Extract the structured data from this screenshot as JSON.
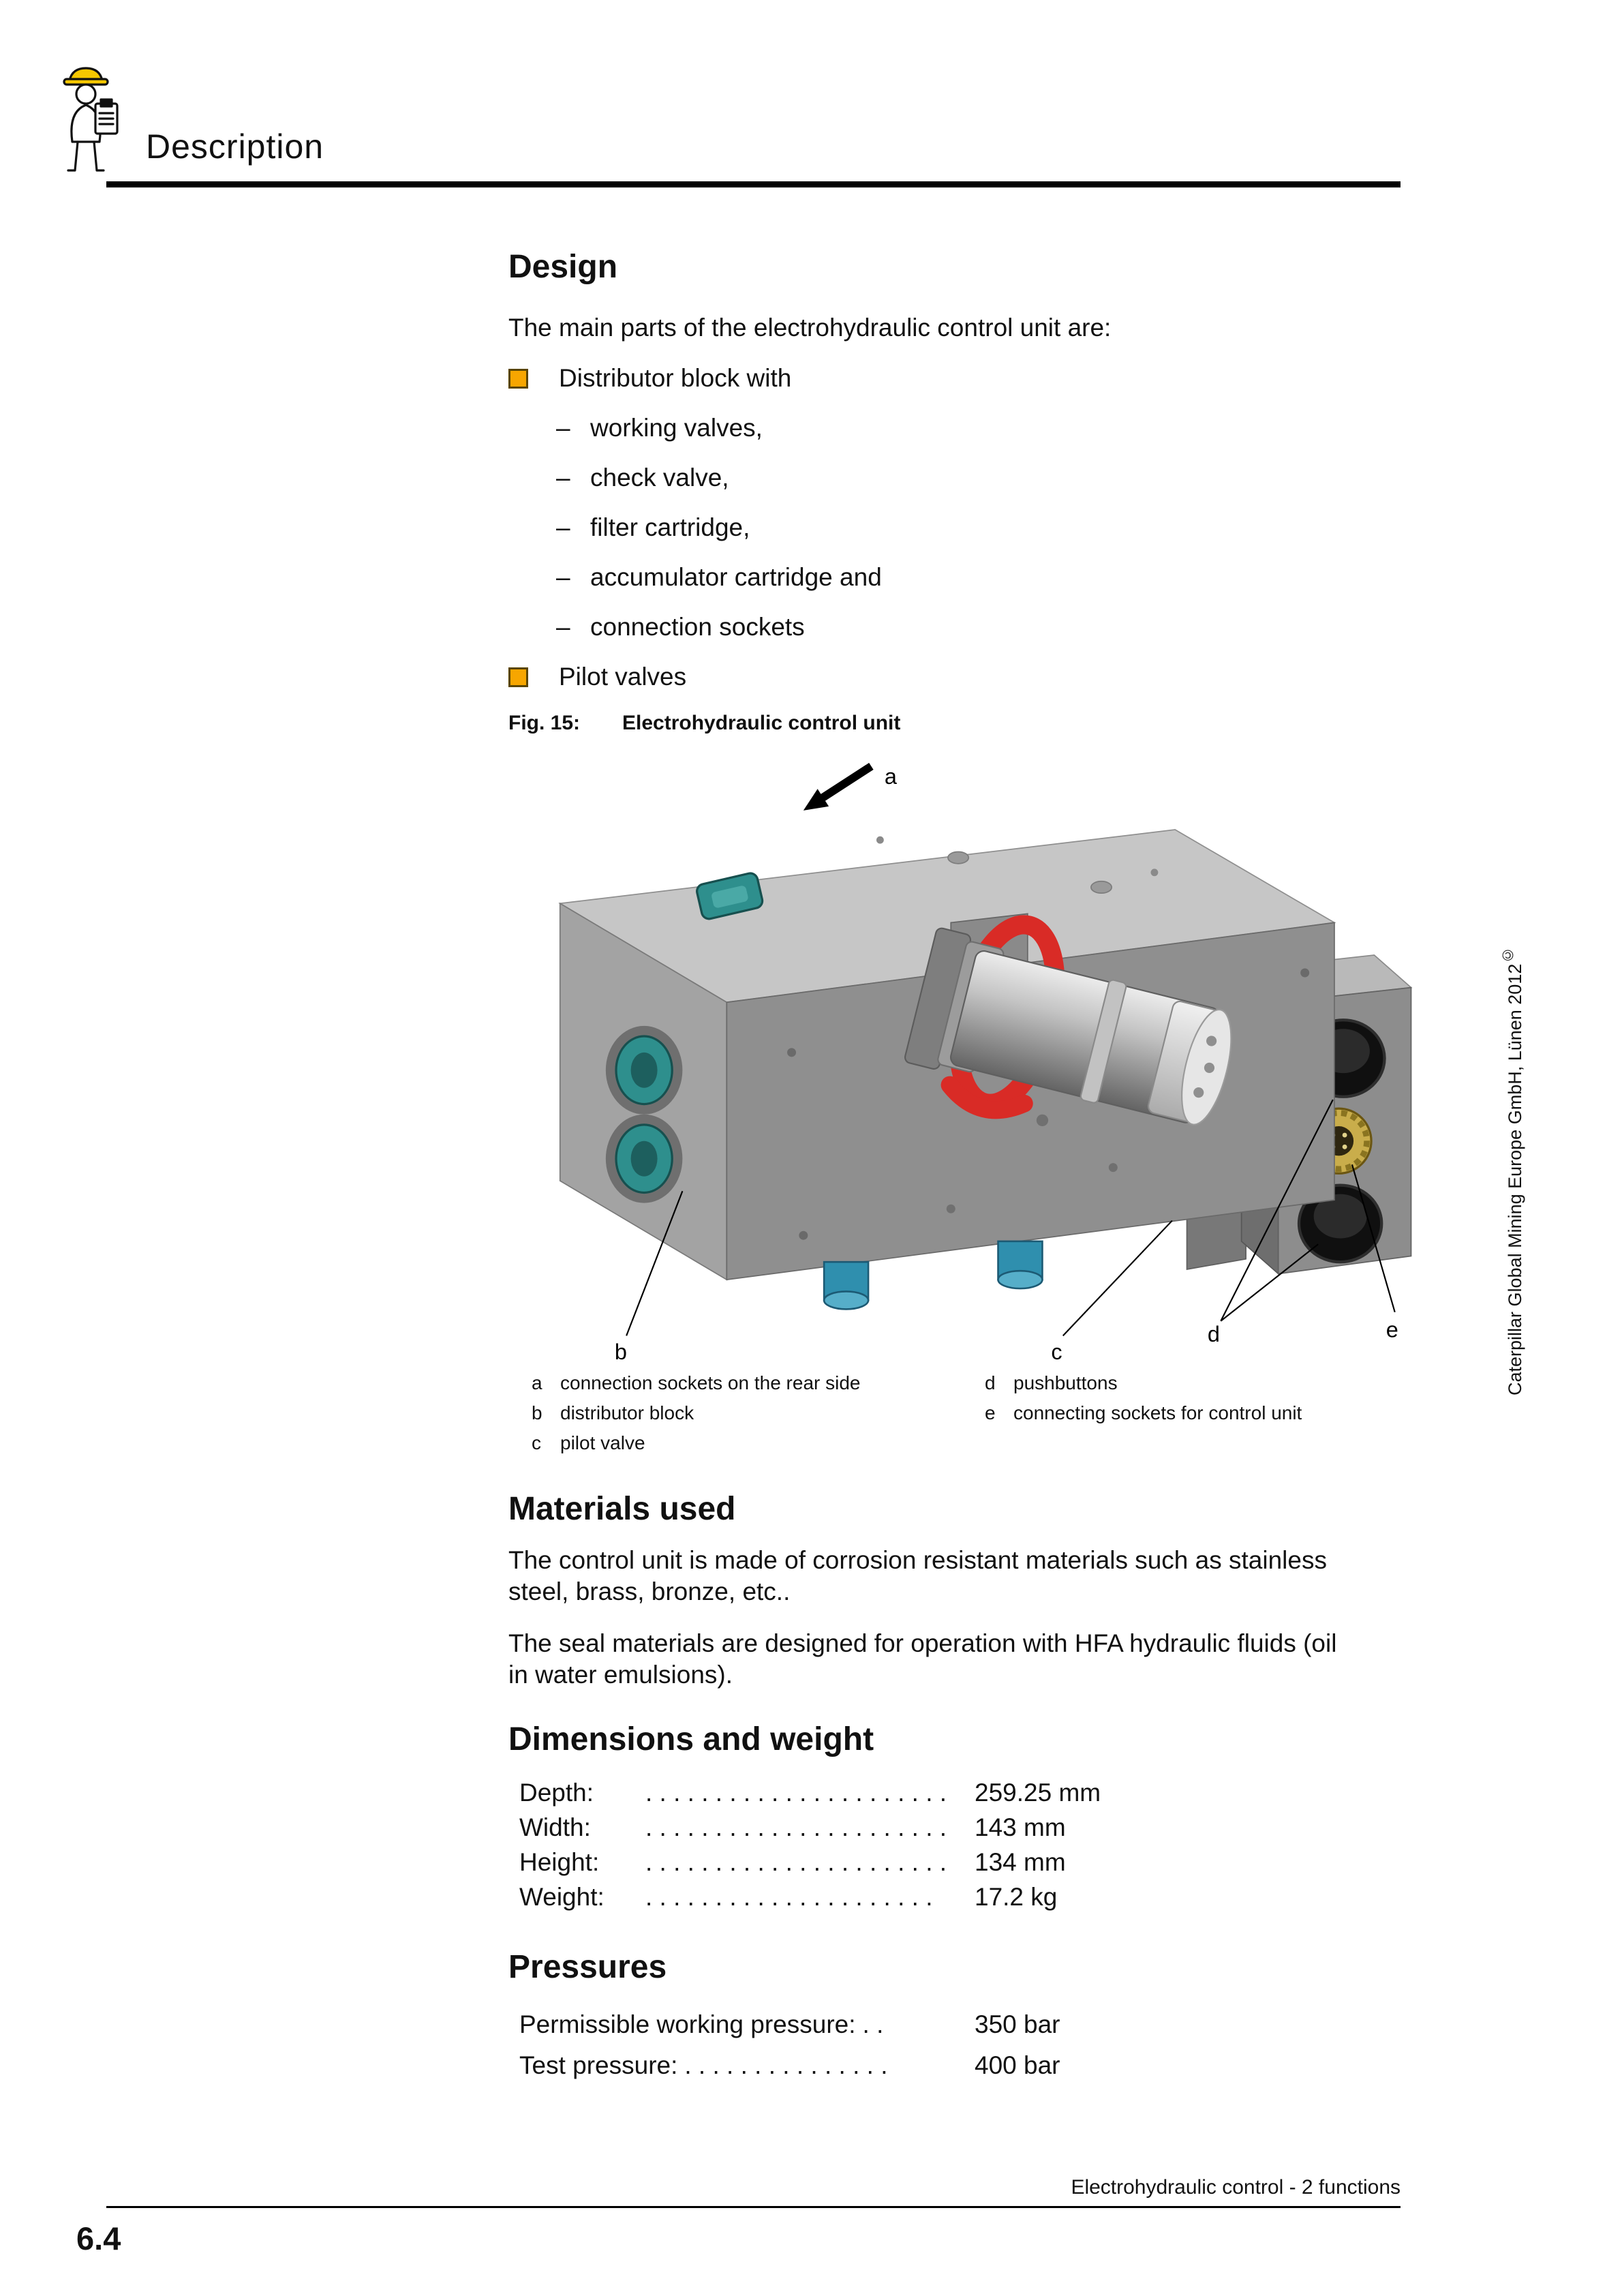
{
  "header": {
    "title": "Description"
  },
  "design": {
    "heading": "Design",
    "intro": "The main parts of the electrohydraulic control unit are:",
    "dash": "–",
    "item1": "Distributor block with",
    "item1_subs": [
      "working valves,",
      "check valve,",
      "filter cartridge,",
      "accumulator cartridge and",
      "connection sockets"
    ],
    "item2": "Pilot valves"
  },
  "figure": {
    "label": "Fig. 15:",
    "caption": "Electrohydraulic control unit",
    "callouts": {
      "a": "a",
      "b": "b",
      "c": "c",
      "d": "d",
      "e": "e"
    },
    "legend_left": [
      {
        "key": "a",
        "text": "connection sockets on the rear side"
      },
      {
        "key": "b",
        "text": "distributor block"
      },
      {
        "key": "c",
        "text": "pilot valve"
      }
    ],
    "legend_right": [
      {
        "key": "d",
        "text": "pushbuttons"
      },
      {
        "key": "e",
        "text": "connecting sockets for control unit"
      }
    ]
  },
  "materials": {
    "heading": "Materials used",
    "p1": "The control unit is made of corrosion resistant materials such as stainless steel, brass, bronze, etc..",
    "p2": "The seal materials are designed for operation with HFA hydraulic fluids (oil in water emulsions)."
  },
  "dimensions": {
    "heading": "Dimensions and weight",
    "rows": [
      {
        "label": "Depth:",
        "leader": ". . . . . . . . . . . . . . . . . . . . . .",
        "value": "259.25 mm"
      },
      {
        "label": "Width:",
        "leader": ". . . . . . . . . . . . . . . . . . . . . .",
        "value": "143 mm"
      },
      {
        "label": "Height:",
        "leader": ". . . . . . . . . . . . . . . . . . . . . .",
        "value": "134 mm"
      },
      {
        "label": "Weight:",
        "leader": ". . . . . . . . . . . . . . . . . . . . .",
        "value": "17.2 kg"
      }
    ]
  },
  "pressures": {
    "heading": "Pressures",
    "rows": [
      {
        "label": "Permissible working pressure:",
        "leader": ". .",
        "value": "350 bar"
      },
      {
        "label": "Test pressure:",
        "leader": ". . . . . . . . . . . . . . .",
        "value": "400 bar"
      }
    ]
  },
  "sidebar": {
    "text": "Caterpillar Global Mining Europe GmbH, Lünen 2012",
    "sup": "©"
  },
  "footer": {
    "page": "6.4",
    "chapter": "Electrohydraulic control - 2 functions"
  },
  "colors": {
    "bullet": "#f7a600",
    "clamp_red": "#d92b26",
    "port_teal": "#2e8f8d",
    "socket_gold": "#c9ad4b",
    "plug_blue": "#2f8fae"
  }
}
